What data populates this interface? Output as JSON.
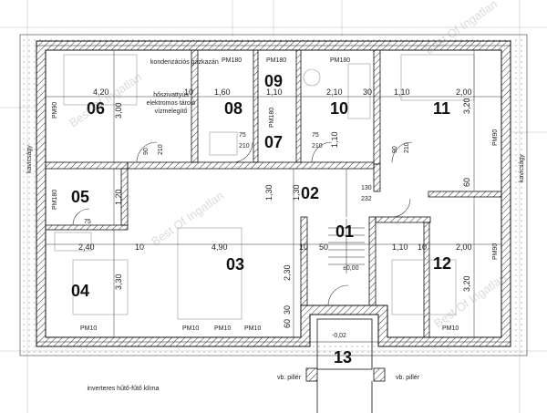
{
  "rooms": [
    {
      "label": "01"
    },
    {
      "label": "02"
    },
    {
      "label": "03"
    },
    {
      "label": "04"
    },
    {
      "label": "05"
    },
    {
      "label": "06"
    },
    {
      "label": "07"
    },
    {
      "label": "08"
    },
    {
      "label": "09"
    },
    {
      "label": "10"
    },
    {
      "label": "11"
    },
    {
      "label": "12"
    },
    {
      "label": "13"
    }
  ],
  "dims": {
    "d420": "4,20",
    "d300": "3,00",
    "d160": "1,60",
    "d110a": "1,10",
    "d210": "2,10",
    "d110b": "1,10",
    "d200a": "2,00",
    "d320a": "3,20",
    "d240": "2,40",
    "d490": "4,90",
    "d50": "50",
    "d110c": "1,10",
    "d200b": "2,00",
    "d330": "3,30",
    "d230": "2,30",
    "d320b": "3,20",
    "d120": "1,20",
    "d60a": "60",
    "d60b": "60",
    "d130a": "1,30",
    "d130b": "1,30",
    "d30a": "30",
    "d30b": "30",
    "d10a": "10",
    "d10b": "10",
    "d10c": "10",
    "d10d": "10",
    "d90a": "90",
    "d90b": "90",
    "d210b": "210",
    "d210c": "210",
    "d210d": "210",
    "d210e": "210",
    "d75a": "75",
    "d75b": "75",
    "d75c": "75",
    "d110d": "1,10",
    "d130c": "130",
    "d232": "232"
  },
  "levels": {
    "l000": "±0,00",
    "l002": "-0,02"
  },
  "windows": {
    "pm180a": "PM180",
    "pm180b": "PM180",
    "pm180c": "PM180",
    "pm180d": "PM180",
    "pm90a": "PM90",
    "pm90b": "PM90",
    "pm90c": "PM90",
    "pm10a": "PM10",
    "pm10b": "PM10",
    "pm10c": "PM10",
    "pm10d": "PM10",
    "pm10e": "PM10",
    "pm180e": "PM180"
  },
  "notes": {
    "boiler": "kondenzációs gázkazán",
    "heatpump": "hőszivattyús elektromos tároló vízmelegítő",
    "ac": "inverteres hűtő-fűtő klíma",
    "gravel_left": "kavicságy",
    "gravel_right": "kavicságy",
    "pillar_left": "vb. pillér",
    "pillar_right": "vb. pillér"
  },
  "watermarks": {
    "w1": "Best Of Ingatlan",
    "w2": "Best Of Ingatlan",
    "w3": "Best Of Ingatlan",
    "w4": "Best Of Ingatlan"
  }
}
